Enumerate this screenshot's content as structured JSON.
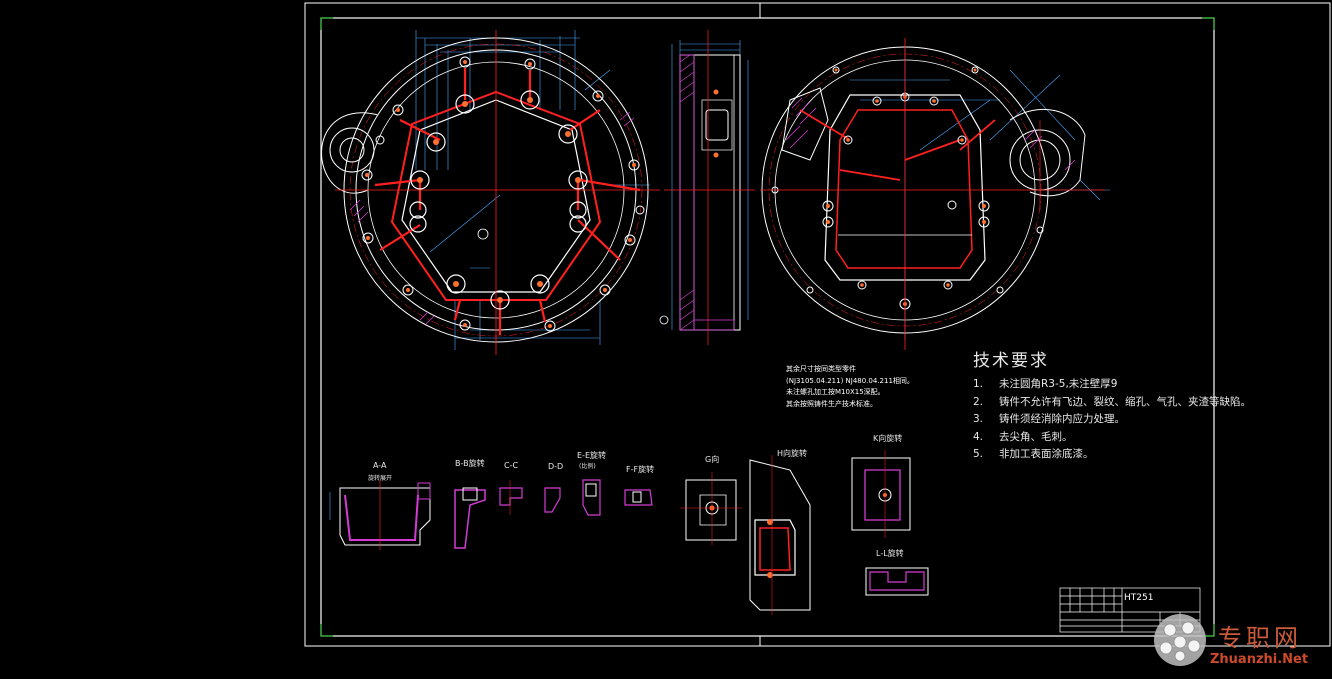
{
  "tech": {
    "title": "技术要求",
    "items": [
      {
        "num": "1.",
        "text": "未注圆角R3-5,未注壁厚9"
      },
      {
        "num": "2.",
        "text": "铸件不允许有飞边、裂纹、缩孔、气孔、夹渣等缺陷。"
      },
      {
        "num": "3.",
        "text": "铸件须经消除内应力处理。"
      },
      {
        "num": "4.",
        "text": "去尖角、毛刺。"
      },
      {
        "num": "5.",
        "text": "非加工表面涂底漆。"
      }
    ]
  },
  "notes": {
    "line1": "其余尺寸按同类型零件",
    "line2": "(NJ3105.04.211)   NJ480.04.211相同。",
    "line3": "未注螺孔加工按M10X15深配。",
    "line4": "其余按照铸件生产技术标准。"
  },
  "sections": {
    "aa": "A-A",
    "aa_sub": "旋转展开",
    "bb": "B-B旋转",
    "cc": "C-C",
    "dd": "D-D",
    "ee": "E-E旋转",
    "ee_sub": "(比例)",
    "ff": "F-F旋转",
    "g": "G向",
    "h": "H向旋转",
    "k": "K向旋转",
    "ll": "L-L旋转"
  },
  "title_block": {
    "material": "HT251"
  },
  "watermark": {
    "cn": "专职网",
    "en": "Zhuanzhi.Net"
  },
  "colors": {
    "background": "#000000",
    "frame": "#ffffff",
    "centerline": "#ff2020",
    "outline": "#ffffff",
    "dimension": "#4aa8ff",
    "hatch": "#d23cd2"
  }
}
